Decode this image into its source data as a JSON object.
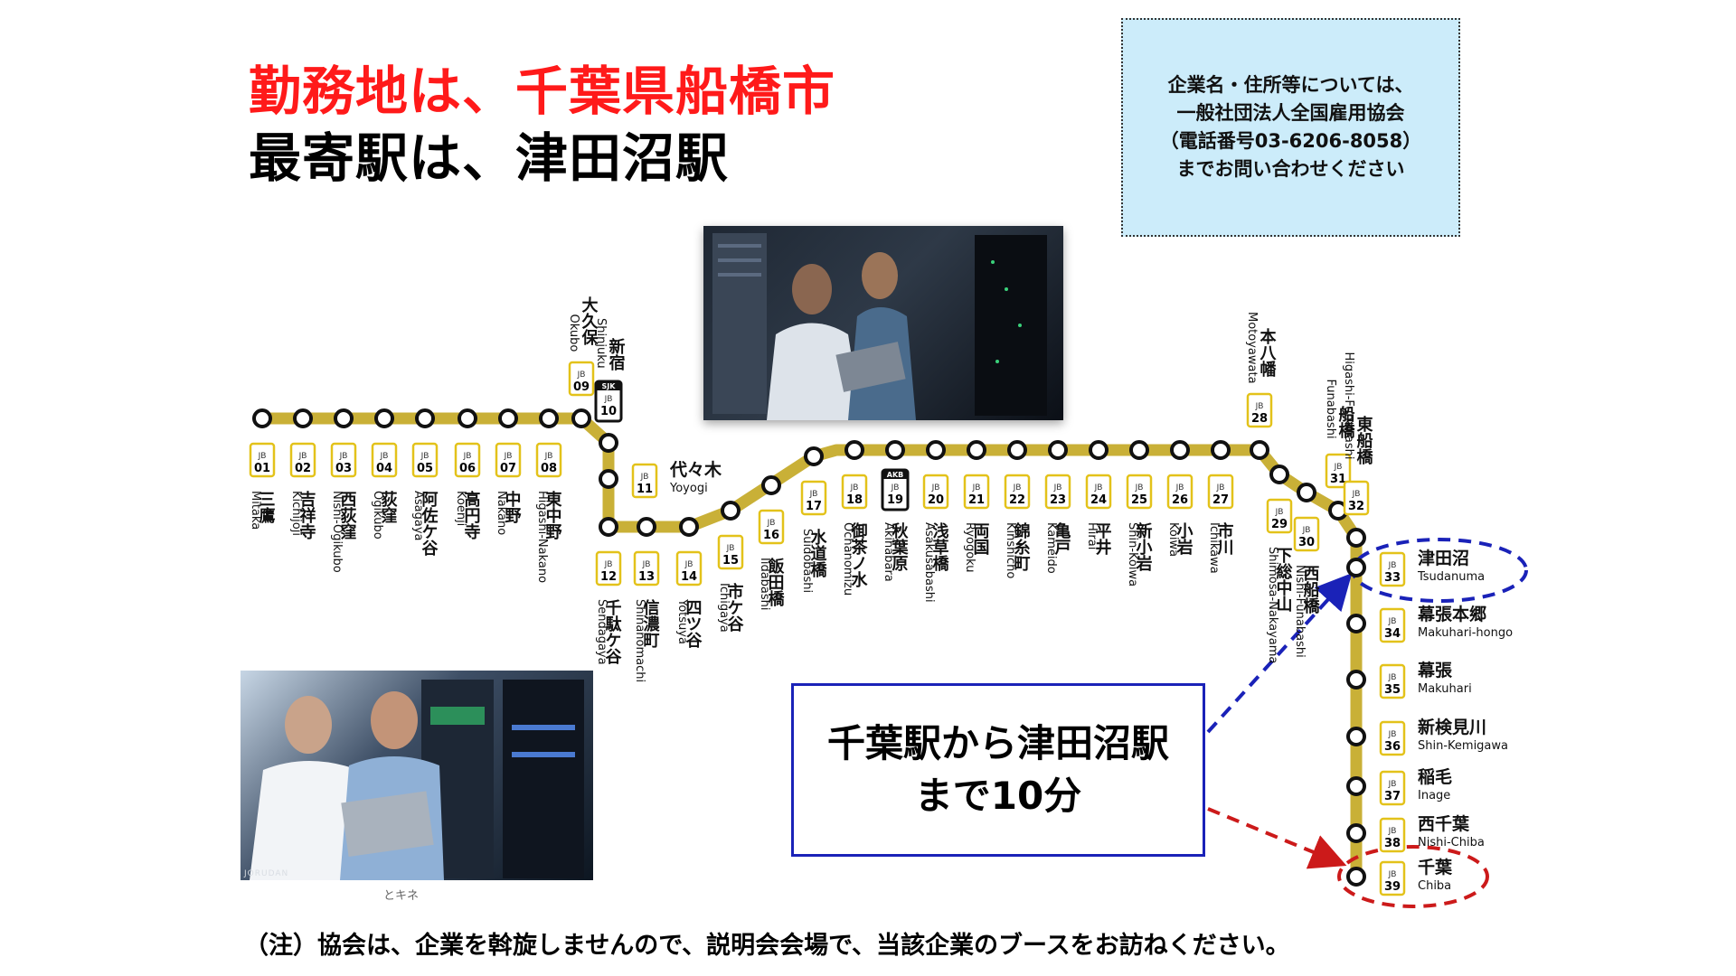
{
  "title": {
    "line1": "勤務地は、千葉県船橋市",
    "line2": "最寄駅は、津田沼駅"
  },
  "contact": {
    "lines": [
      "企業名・住所等については、",
      "一般社団法人全国雇用協会",
      "（電話番号03-6206-8058）",
      "までお問い合わせください"
    ]
  },
  "travel_note": {
    "line1": "千葉駅から津田沼駅",
    "line2": "まで10分"
  },
  "footnote": "（注）協会は、企業を斡旋しませんので、説明会会場で、当該企業のブースをお訪ねください。",
  "photo_caption": "JORUDAN",
  "photo_below_text": "とキネ",
  "colors": {
    "line_color": "#c9b037",
    "badge_border": "#e3c21a",
    "title_red": "#ff1a1a",
    "highlight_blue": "#1a22b8",
    "highlight_red": "#cc1a1a",
    "contact_bg": "#ccecfa"
  },
  "line_code": "JB",
  "stations": [
    {
      "num": "01",
      "ja": "三鷹",
      "en": "Mitaka"
    },
    {
      "num": "02",
      "ja": "吉祥寺",
      "en": "Kichijoji"
    },
    {
      "num": "03",
      "ja": "西荻窪",
      "en": "Nishi-Ogikubo"
    },
    {
      "num": "04",
      "ja": "荻窪",
      "en": "Ogikubo"
    },
    {
      "num": "05",
      "ja": "阿佐ケ谷",
      "en": "Asagaya"
    },
    {
      "num": "06",
      "ja": "高円寺",
      "en": "Koenji"
    },
    {
      "num": "07",
      "ja": "中野",
      "en": "Nakano"
    },
    {
      "num": "08",
      "ja": "東中野",
      "en": "Higashi-Nakano"
    },
    {
      "num": "09",
      "ja": "大久保",
      "en": "Okubo"
    },
    {
      "num": "10",
      "ja": "新宿",
      "en": "Shinjuku",
      "special": "SJK"
    },
    {
      "num": "11",
      "ja": "代々木",
      "en": "Yoyogi"
    },
    {
      "num": "12",
      "ja": "千駄ケ谷",
      "en": "Sendagaya"
    },
    {
      "num": "13",
      "ja": "信濃町",
      "en": "Shinanomachi"
    },
    {
      "num": "14",
      "ja": "四ツ谷",
      "en": "Yotsuya"
    },
    {
      "num": "15",
      "ja": "市ケ谷",
      "en": "Ichigaya"
    },
    {
      "num": "16",
      "ja": "飯田橋",
      "en": "Iidabashi"
    },
    {
      "num": "17",
      "ja": "水道橋",
      "en": "Suidobashi"
    },
    {
      "num": "18",
      "ja": "御茶ノ水",
      "en": "Ochanomizu"
    },
    {
      "num": "19",
      "ja": "秋葉原",
      "en": "Akihabara",
      "special": "AKB"
    },
    {
      "num": "20",
      "ja": "浅草橋",
      "en": "Asakusabashi"
    },
    {
      "num": "21",
      "ja": "両国",
      "en": "Ryogoku"
    },
    {
      "num": "22",
      "ja": "錦糸町",
      "en": "Kinshicho"
    },
    {
      "num": "23",
      "ja": "亀戸",
      "en": "Kameido"
    },
    {
      "num": "24",
      "ja": "平井",
      "en": "Hirai"
    },
    {
      "num": "25",
      "ja": "新小岩",
      "en": "Shin-Koiwa"
    },
    {
      "num": "26",
      "ja": "小岩",
      "en": "Koiwa"
    },
    {
      "num": "27",
      "ja": "市川",
      "en": "Ichikawa"
    },
    {
      "num": "28",
      "ja": "本八幡",
      "en": "Motoyawata"
    },
    {
      "num": "29",
      "ja": "下総中山",
      "en": "Shimosa-Nakayama"
    },
    {
      "num": "30",
      "ja": "西船橋",
      "en": "Nishi-Funabashi"
    },
    {
      "num": "31",
      "ja": "船橋",
      "en": "Funabashi"
    },
    {
      "num": "32",
      "ja": "東船橋",
      "en": "Higashi-Funabashi"
    },
    {
      "num": "33",
      "ja": "津田沼",
      "en": "Tsudanuma"
    },
    {
      "num": "34",
      "ja": "幕張本郷",
      "en": "Makuhari-hongo"
    },
    {
      "num": "35",
      "ja": "幕張",
      "en": "Makuhari"
    },
    {
      "num": "36",
      "ja": "新検見川",
      "en": "Shin-Kemigawa"
    },
    {
      "num": "37",
      "ja": "稲毛",
      "en": "Inage"
    },
    {
      "num": "38",
      "ja": "西千葉",
      "en": "Nishi-Chiba"
    },
    {
      "num": "39",
      "ja": "千葉",
      "en": "Chiba"
    }
  ]
}
